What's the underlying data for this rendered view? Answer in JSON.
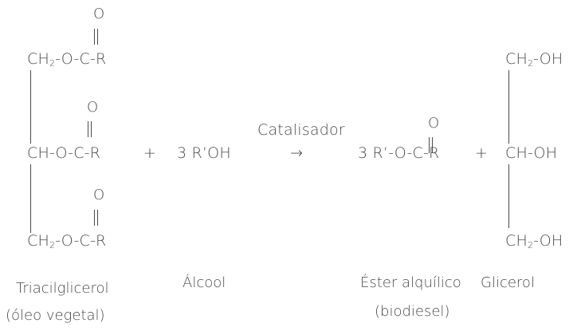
{
  "reaction": {
    "triglyceride": {
      "row1": {
        "ch": "CH",
        "sub": "2",
        "rest": "-O-C-R"
      },
      "row2": {
        "text": "CH-O-C-R"
      },
      "row3": {
        "ch": "CH",
        "sub": "2",
        "rest": "-O-C-R"
      },
      "carbonyl_o": "O"
    },
    "plus1": "+",
    "alcohol_formula": "3 R’OH",
    "catalyst_label": "Catalisador",
    "arrow": "→",
    "ester_formula": "3 R’-O-C-R",
    "plus2": "+",
    "glycerol": {
      "row1": {
        "ch": "CH",
        "sub": "2",
        "rest": "-OH"
      },
      "row2": {
        "text": "CH-OH"
      },
      "row3": {
        "ch": "CH",
        "sub": "2",
        "rest": "-OH"
      }
    }
  },
  "labels": {
    "triglyceride_line1": "Triacilglicerol",
    "triglyceride_line2": "(óleo vegetal)",
    "alcohol": "Álcool",
    "ester_line1": "Éster alquílico",
    "ester_line2": "(biodiesel)",
    "glycerol": "Glicerol"
  }
}
